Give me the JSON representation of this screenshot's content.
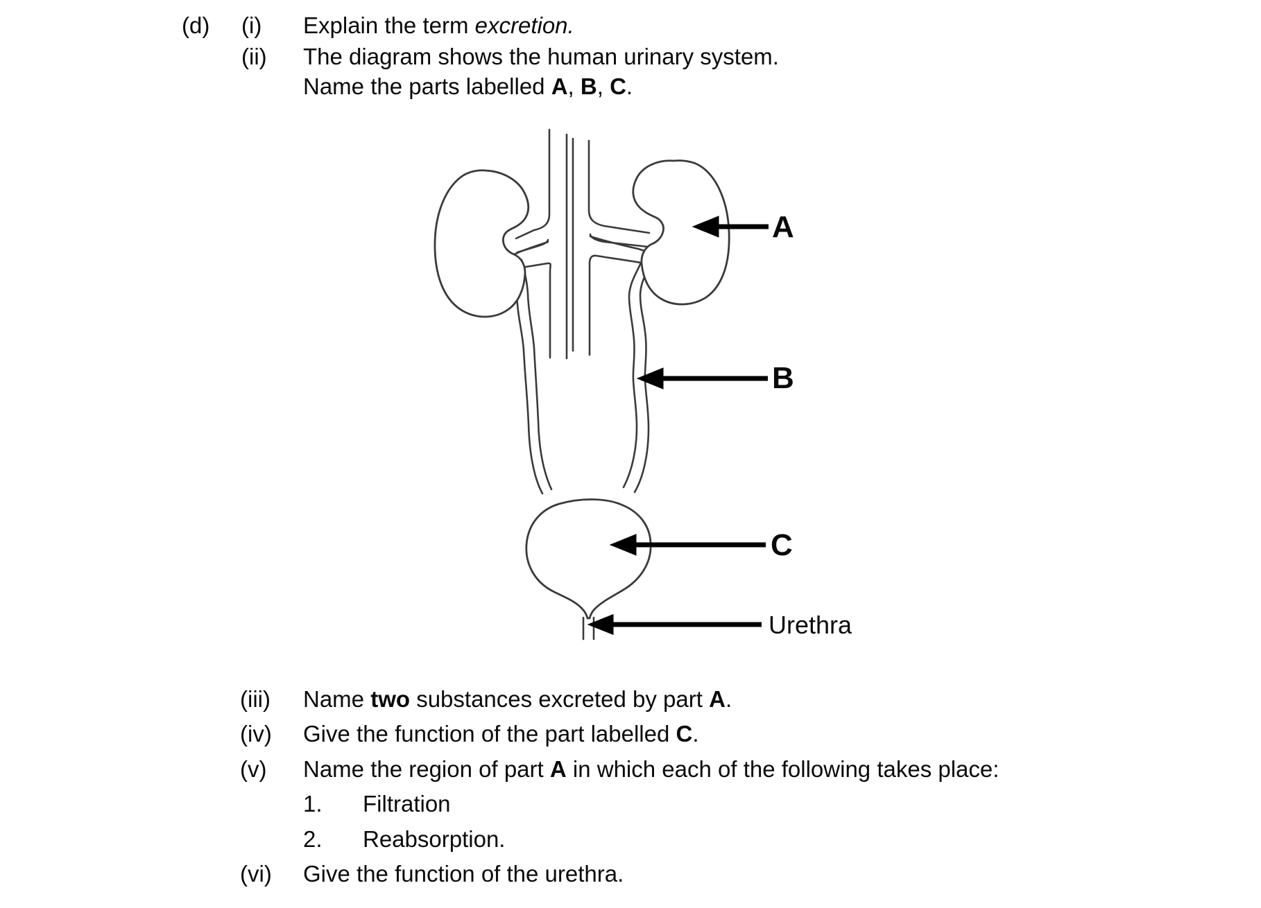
{
  "document": {
    "part_label": "(d)",
    "lines": {
      "i": {
        "num": "(i)",
        "pre": "Explain the term ",
        "italic": "excretion."
      },
      "ii": {
        "num": "(ii)",
        "text": "The diagram shows the human urinary system."
      },
      "ii_b": {
        "pre": "Name the parts labelled ",
        "a": "A",
        "c1": ", ",
        "b": "B",
        "c2": ", ",
        "c": "C",
        "end": "."
      },
      "iii": {
        "num": "(iii)",
        "pre": "Name ",
        "bold1": "two",
        "mid": " substances excreted by part ",
        "bold2": "A",
        "end": "."
      },
      "iv": {
        "num": "(iv)",
        "pre": "Give the function of the part labelled ",
        "bold1": "C",
        "end": "."
      },
      "v": {
        "num": "(v)",
        "pre": "Name the region of part ",
        "bold1": "A",
        "end": " in which each of the following takes place:"
      },
      "v1": {
        "num": "1.",
        "text": "Filtration"
      },
      "v2": {
        "num": "2.",
        "text": "Reabsorption."
      },
      "vi": {
        "num": "(vi)",
        "text": "Give the function of the urethra."
      }
    }
  },
  "diagram": {
    "labels": {
      "a": "A",
      "b": "B",
      "c": "C",
      "urethra": "Urethra"
    },
    "colors": {
      "ink": "#000000",
      "outline": "#3a3a3a",
      "fill": "#ffffff"
    }
  }
}
